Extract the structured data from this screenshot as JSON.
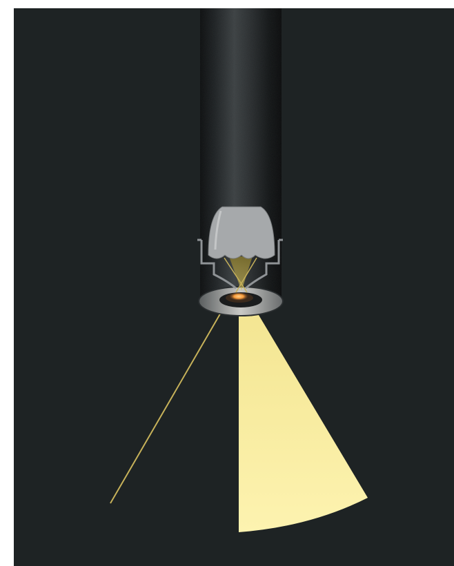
{
  "scene": {
    "subject": "pendant-spotlight",
    "colors": {
      "page_border": "#ffffff",
      "background": "#1e2324",
      "cylinder_dark": "#0c0e0f",
      "cylinder_mid": "#34393b",
      "reflector": "#a6a9ab",
      "light_beam": "#fbf1a9",
      "light_line": "#c7b25a",
      "hot_spot": "#f59a3b"
    },
    "icons": [
      "cylinder-body",
      "reflector-cup",
      "bracket",
      "lens-ring",
      "light-cone",
      "light-ray"
    ]
  }
}
